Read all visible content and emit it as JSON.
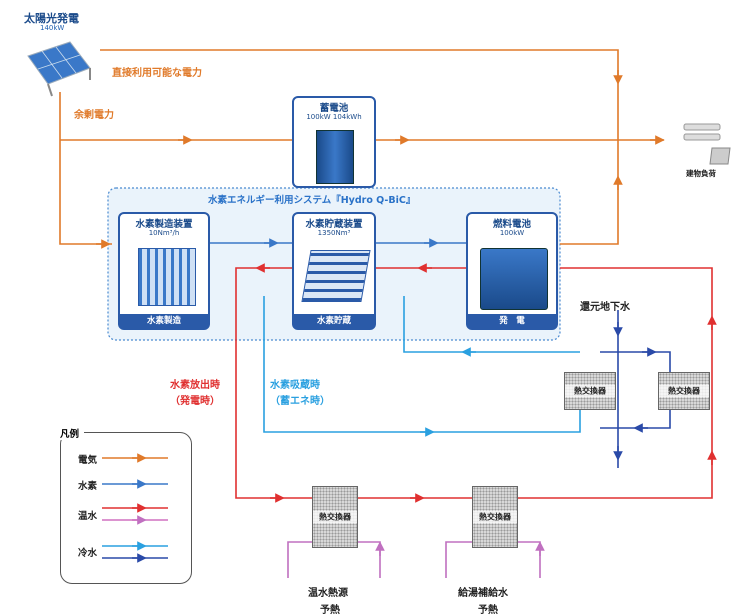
{
  "solar": {
    "title": "太陽光発電",
    "capacity": "140kW"
  },
  "labels": {
    "direct_power": "直接利用可能な電力",
    "surplus_power": "余剰電力",
    "building_load": "建物負荷",
    "system_title": "水素エネルギー利用システム『Hydro Q-BiC』",
    "returned_groundwater": "還元地下水",
    "h2_release_line1": "水素放出時",
    "h2_release_line2": "（発電時）",
    "h2_absorb_line1": "水素吸蔵時",
    "h2_absorb_line2": "（蓄エネ時）",
    "hot_water_preheat_1": "温水熱源",
    "hot_water_preheat_2": "予熱",
    "supply_water_preheat_1": "給湯補給水",
    "supply_water_preheat_2": "予熱"
  },
  "battery": {
    "title": "蓄電池",
    "capacity": "100kW 104kWh"
  },
  "units": [
    {
      "title": "水素製造装置",
      "capacity": "10Nm³/h",
      "footer": "水素製造"
    },
    {
      "title": "水素貯蔵装置",
      "capacity": "1350Nm³",
      "footer": "水素貯蔵"
    },
    {
      "title": "燃料電池",
      "capacity": "100kW",
      "footer": "発　電"
    }
  ],
  "heat_exchanger_label": "熱交換器",
  "legend": {
    "title": "凡例",
    "items": [
      {
        "label": "電気",
        "colors": [
          "#e07a2a"
        ]
      },
      {
        "label": "水素",
        "colors": [
          "#3a78c8"
        ]
      },
      {
        "label": "温水",
        "colors": [
          "#e03030",
          "#d070c0"
        ]
      },
      {
        "label": "冷水",
        "colors": [
          "#2aa0e0",
          "#2a4aa8"
        ]
      }
    ]
  },
  "colors": {
    "electricity": "#e07a2a",
    "hydrogen": "#3a78c8",
    "hot_water": "#e03030",
    "hot_water_return": "#c070c0",
    "cold_water": "#2aa0e0",
    "cold_water_return": "#2a4aa8"
  }
}
